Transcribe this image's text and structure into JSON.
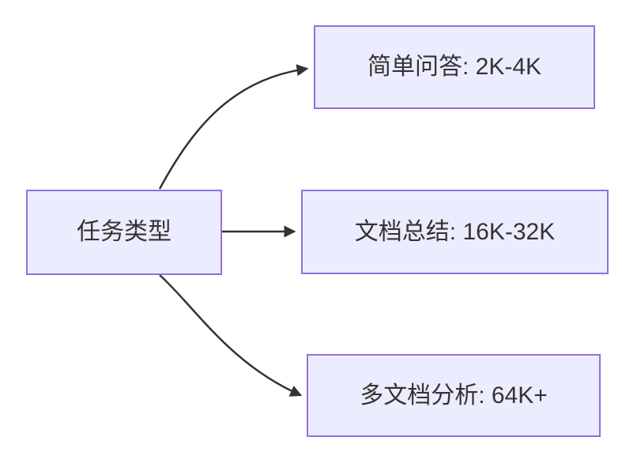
{
  "diagram": {
    "type": "flowchart-left-to-right",
    "background_color": "#ffffff",
    "node_fill_color": "#ECECFF",
    "node_border_color": "#9370DB",
    "edge_color": "#333333",
    "text_color": "#333333",
    "root": {
      "label": "任务类型"
    },
    "branches": [
      {
        "label": "简单问答: 2K-4K"
      },
      {
        "label": "文档总结: 16K-32K"
      },
      {
        "label": "多文档分析: 64K+"
      }
    ]
  }
}
